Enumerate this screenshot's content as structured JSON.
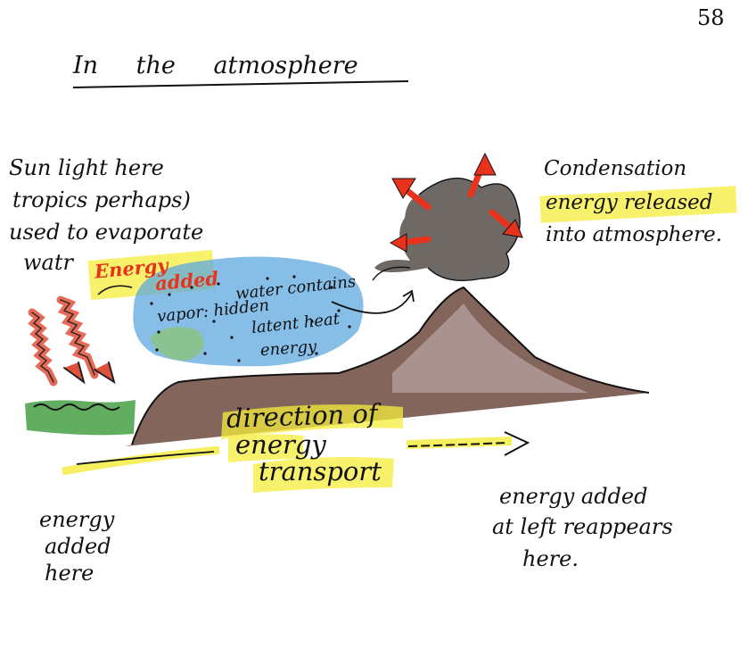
{
  "page_number": "58",
  "title": "In the atmosphere",
  "sunlight_note": [
    "Sun light here",
    "tropics perhaps)",
    "used to evaporate",
    "watr"
  ],
  "energy_added_label": [
    "Energy",
    "added"
  ],
  "vapor_note": [
    "water contains",
    "vapor: hidden",
    "latent heat",
    "energy"
  ],
  "condensation_note": [
    "Condensation",
    "energy released",
    "into atmosphere."
  ],
  "direction_note": [
    "direction of",
    "energy",
    "transport"
  ],
  "left_bottom_note": [
    "energy",
    "added",
    "here"
  ],
  "right_bottom_note": [
    "energy added",
    "at left reappears",
    "here."
  ],
  "colors": {
    "ink": "#111111",
    "sunlight_arrows": "#e0503a",
    "energy_added_text": "#e8321c",
    "vapor_cloud": "#5ea8e0",
    "vapor_cloud_green": "#8cc37a",
    "highlight": "#f4ec3a",
    "water": "#3a9a3a",
    "mountain": "#6e4a3e",
    "cloud": "#5a5450",
    "release_arrows": "#e8321c"
  }
}
